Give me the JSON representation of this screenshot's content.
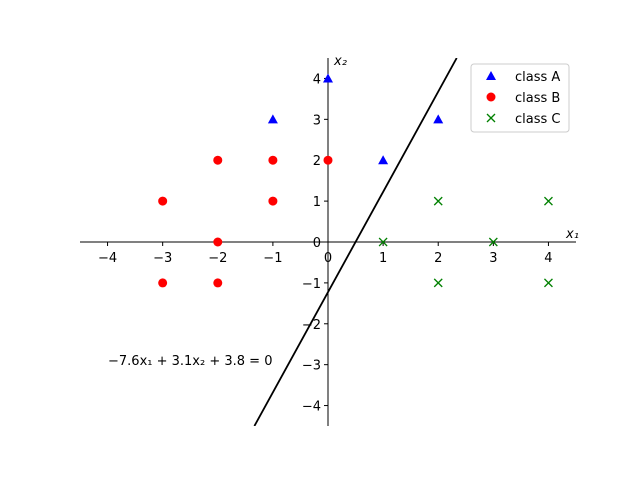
{
  "chart_data": {
    "type": "scatter",
    "xlim": [
      -4.5,
      4.5
    ],
    "ylim": [
      -4.5,
      4.5
    ],
    "xticks": [
      -4,
      -3,
      -2,
      -1,
      0,
      1,
      2,
      3,
      4
    ],
    "yticks": [
      -4,
      -3,
      -2,
      -1,
      0,
      1,
      2,
      3,
      4
    ],
    "xtick_labels": [
      "−4",
      "−3",
      "−2",
      "−1",
      "0",
      "1",
      "2",
      "3",
      "4"
    ],
    "ytick_labels": [
      "−4",
      "−3",
      "−2",
      "−1",
      "0",
      "1",
      "2",
      "3",
      "4"
    ],
    "xlabel": "x₁",
    "ylabel": "x₂",
    "axes_style": "spines through origin",
    "grid": false,
    "legend_position": "top-right",
    "series": [
      {
        "name": "class A",
        "marker": "triangle",
        "color": "#0000ff",
        "points": [
          [
            0,
            4
          ],
          [
            -1,
            3
          ],
          [
            1,
            2
          ],
          [
            2,
            3
          ]
        ]
      },
      {
        "name": "class B",
        "marker": "circle",
        "color": "#ff0000",
        "points": [
          [
            -2,
            2
          ],
          [
            -1,
            2
          ],
          [
            0,
            2
          ],
          [
            -3,
            1
          ],
          [
            -1,
            1
          ],
          [
            -2,
            0
          ],
          [
            -3,
            -1
          ],
          [
            -2,
            -1
          ]
        ]
      },
      {
        "name": "class C",
        "marker": "x",
        "color": "#008000",
        "points": [
          [
            1,
            0
          ],
          [
            2,
            1
          ],
          [
            3,
            0
          ],
          [
            4,
            1
          ],
          [
            2,
            -1
          ],
          [
            4,
            -1
          ]
        ]
      }
    ],
    "decision_line": {
      "a": -7.6,
      "b": 3.1,
      "c": 3.8,
      "color": "#000000"
    },
    "annotation": "−7.6x₁ + 3.1x₂ + 3.8 = 0"
  }
}
